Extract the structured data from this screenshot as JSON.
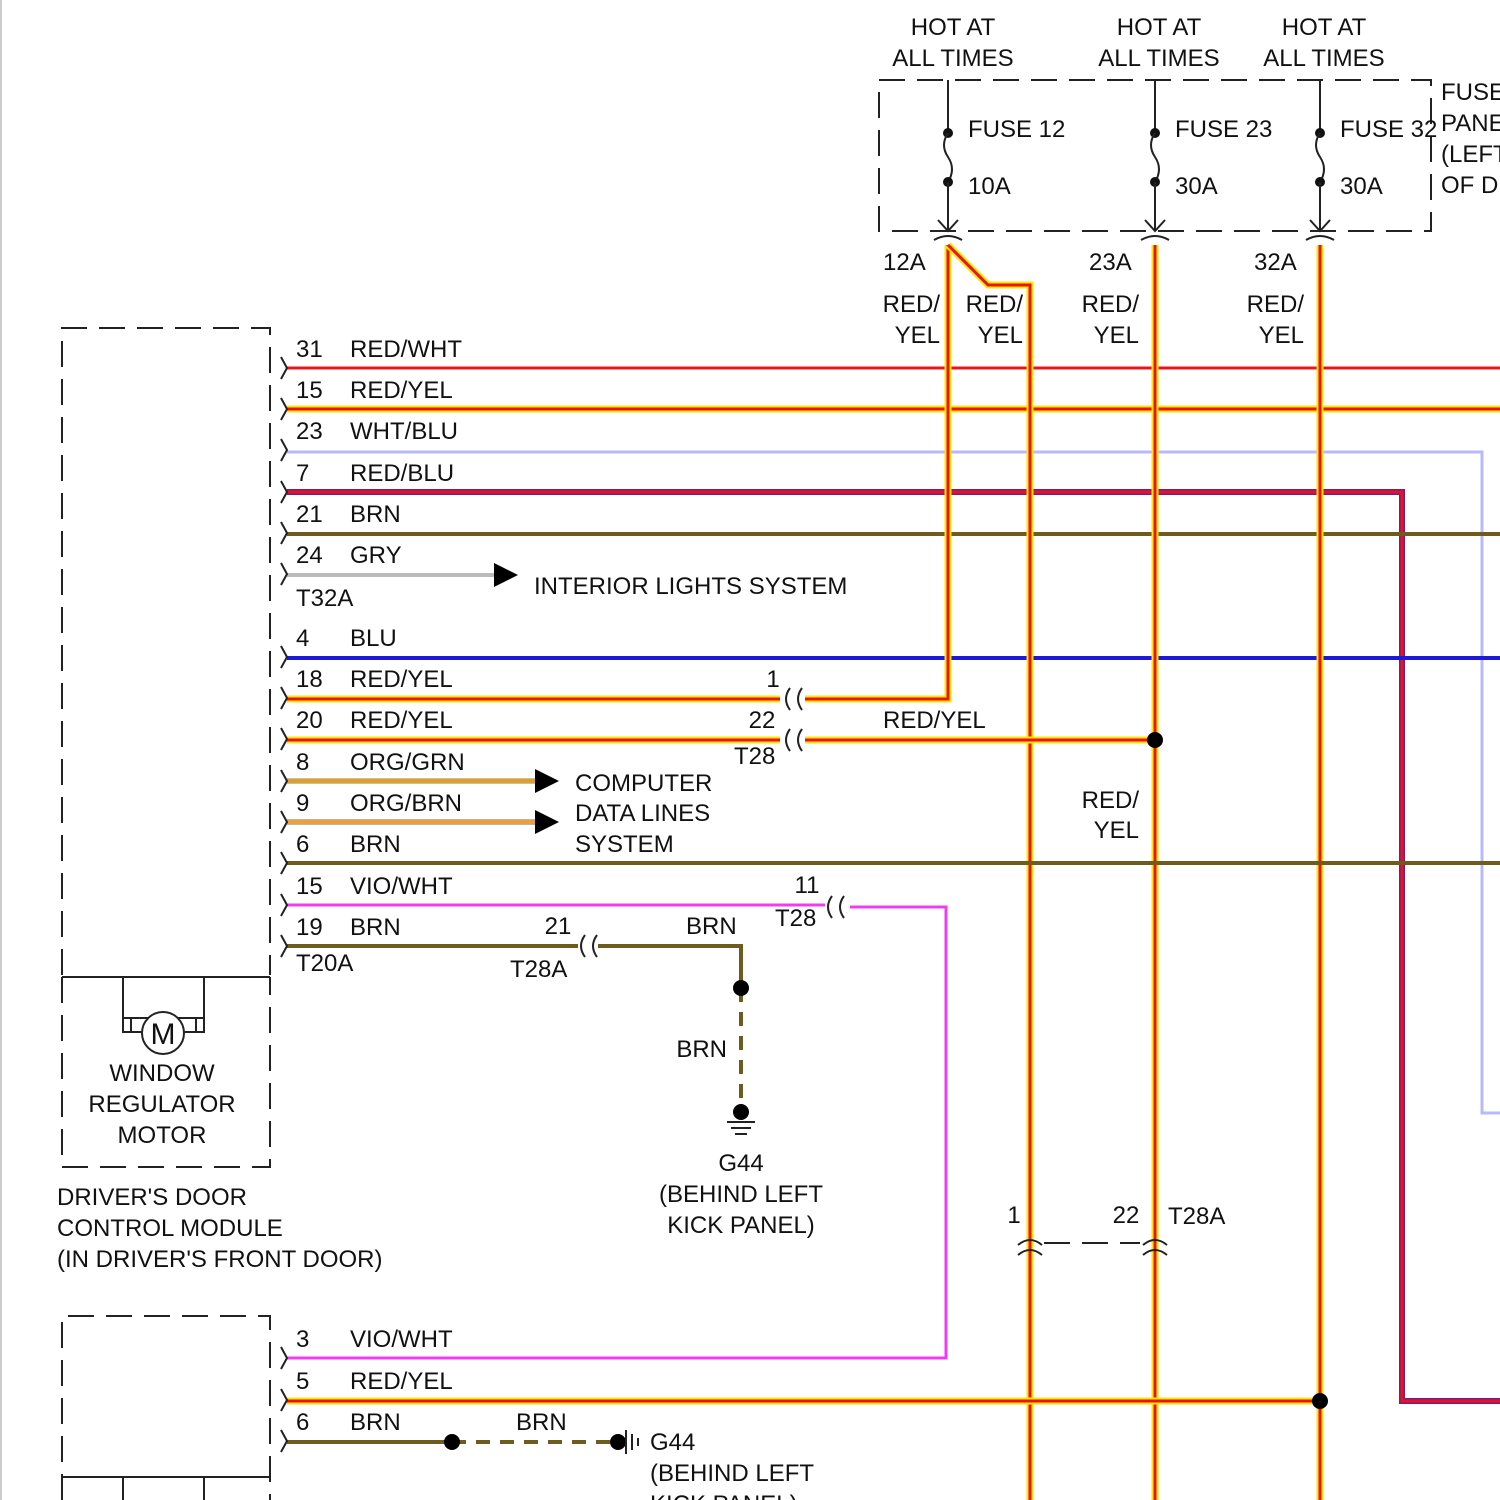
{
  "fuse_panel": {
    "label_lines": [
      "FUSE",
      "PANE",
      "(LEFT",
      "OF D"
    ],
    "feeds": [
      {
        "hot_label_1": "HOT AT",
        "hot_label_2": "ALL TIMES",
        "fuse": "FUSE 12",
        "rating": "10A",
        "terminal": "12A"
      },
      {
        "hot_label_1": "HOT AT",
        "hot_label_2": "ALL TIMES",
        "fuse": "FUSE 23",
        "rating": "30A",
        "terminal": "23A"
      },
      {
        "hot_label_1": "HOT AT",
        "hot_label_2": "ALL TIMES",
        "fuse": "FUSE 32",
        "rating": "30A",
        "terminal": "32A"
      }
    ],
    "wire_labels": [
      {
        "l1": "RED/",
        "l2": "YEL"
      },
      {
        "l1": "RED/",
        "l2": "YEL"
      },
      {
        "l1": "RED/",
        "l2": "YEL"
      },
      {
        "l1": "RED/",
        "l2": "YEL"
      }
    ]
  },
  "driver_module": {
    "pins": [
      {
        "pin": "31",
        "color": "RED/WHT"
      },
      {
        "pin": "15",
        "color": "RED/YEL"
      },
      {
        "pin": "23",
        "color": "WHT/BLU"
      },
      {
        "pin": "7",
        "color": "RED/BLU"
      },
      {
        "pin": "21",
        "color": "BRN"
      },
      {
        "pin": "24",
        "color": "GRY"
      },
      {
        "pin": "4",
        "color": "BLU"
      },
      {
        "pin": "18",
        "color": "RED/YEL"
      },
      {
        "pin": "20",
        "color": "RED/YEL"
      },
      {
        "pin": "8",
        "color": "ORG/GRN"
      },
      {
        "pin": "9",
        "color": "ORG/BRN"
      },
      {
        "pin": "6",
        "color": "BRN"
      },
      {
        "pin": "15",
        "color": "VIO/WHT"
      },
      {
        "pin": "19",
        "color": "BRN"
      }
    ],
    "connector_a": "T32A",
    "connector_b": "T20A",
    "motor_symbol": "M",
    "motor_label": [
      "WINDOW",
      "REGULATOR",
      "MOTOR"
    ],
    "module_label": [
      "DRIVER'S DOOR",
      "CONTROL MODULE",
      "(IN DRIVER'S FRONT DOOR)"
    ]
  },
  "interior_lights": "INTERIOR LIGHTS SYSTEM",
  "data_lines": [
    "COMPUTER",
    "DATA LINES",
    "SYSTEM"
  ],
  "t28_connectors": {
    "pin_1": "1",
    "pin_22": "22",
    "name": "T28",
    "pin_11": "11",
    "name_b": "T28"
  },
  "pin20_wire_label": "RED/YEL",
  "vert_label": {
    "l1": "RED/",
    "l2": "YEL"
  },
  "t28a_upper": {
    "pin": "21",
    "name": "T28A",
    "wire": "BRN"
  },
  "ground_1": {
    "wire": "BRN",
    "name": "G44",
    "loc1": "(BEHIND LEFT",
    "loc2": "KICK PANEL)"
  },
  "t28a_lower": {
    "pin_1": "1",
    "pin_22": "22",
    "name": "T28A"
  },
  "second_module": {
    "pins": [
      {
        "pin": "3",
        "color": "VIO/WHT"
      },
      {
        "pin": "5",
        "color": "RED/YEL"
      },
      {
        "pin": "6",
        "color": "BRN"
      }
    ],
    "wire_label": "BRN",
    "ground": "G44",
    "ground_loc1": "(BEHIND LEFT",
    "ground_loc2": "KICK PANEL)"
  },
  "colors": {
    "red": "#e8141c",
    "yellow": "#ffe600",
    "violet": "#f03cf0",
    "blue": "#1a1ad8",
    "light_blue": "#b8b8ff",
    "brown": "#6e5c1e",
    "gray": "#bbbbbb",
    "orange": "#e89a30"
  }
}
